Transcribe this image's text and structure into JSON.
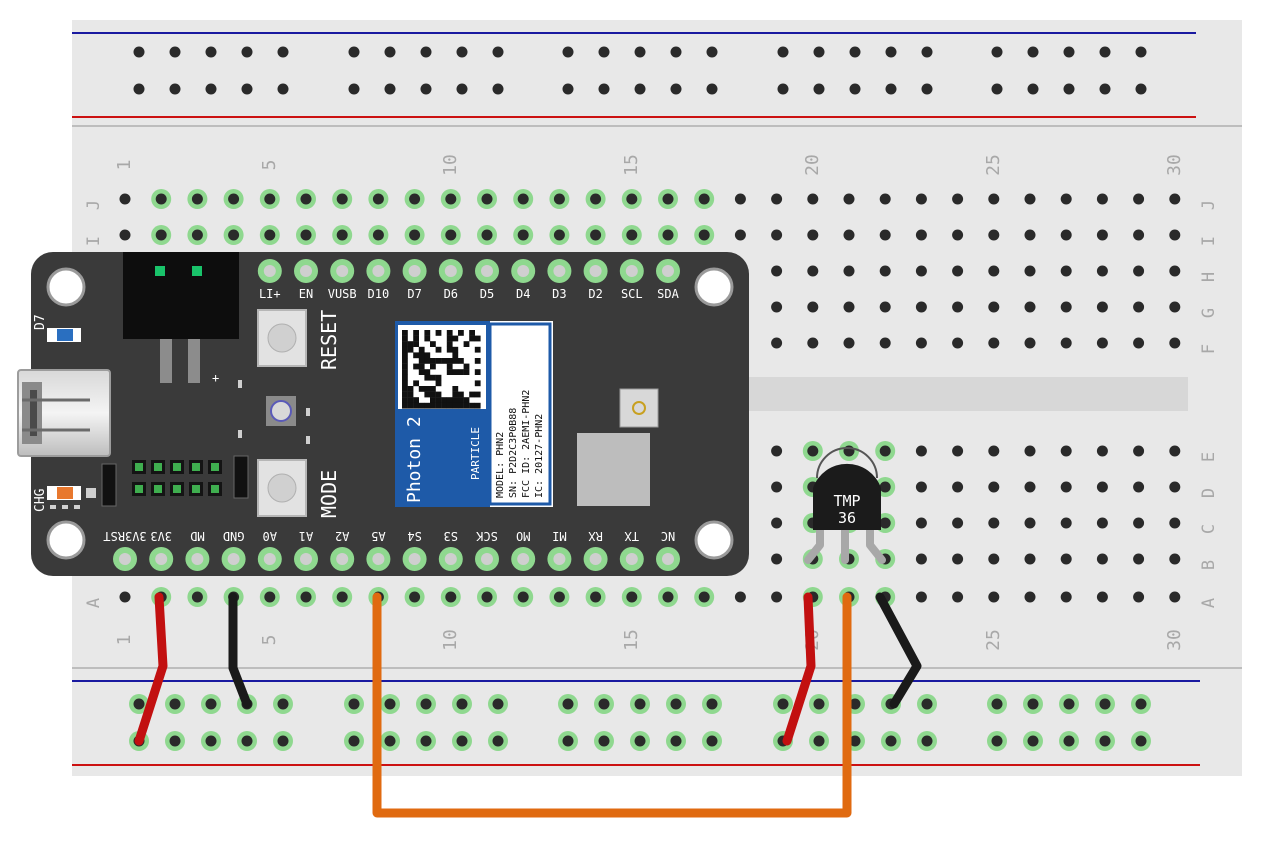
{
  "breadboard": {
    "row_letters_top": [
      "J",
      "I",
      "H",
      "G",
      "F"
    ],
    "row_letters_bottom": [
      "E",
      "D",
      "C",
      "B",
      "A"
    ],
    "column_numbers": [
      "1",
      "5",
      "10",
      "15",
      "20",
      "25",
      "30"
    ]
  },
  "photon": {
    "top_pins": [
      "LI+",
      "EN",
      "VUSB",
      "D10",
      "D7",
      "D6",
      "D5",
      "D4",
      "D3",
      "D2",
      "SCL",
      "SDA"
    ],
    "bottom_pins": [
      "3V3RST",
      "3V3",
      "MD",
      "GND",
      "A0",
      "A1",
      "A2",
      "A5",
      "S4",
      "S3",
      "SCK",
      "MO",
      "MI",
      "RX",
      "TX",
      "NC"
    ],
    "led_label": "D7",
    "charge_label": "CHG",
    "reset_label": "RESET",
    "mode_label": "MODE",
    "plus_label": "+",
    "module": {
      "name": "Photon 2",
      "brand": "PARTICLE",
      "model": "MODEL: PHN2",
      "serial": "SN: P2D2C3P0B88",
      "fcc": "FCC ID: 2AEMI-PHN2",
      "ic": "IC: 20127-PHN2"
    }
  },
  "sensor": {
    "line1": "TMP",
    "line2": "36"
  },
  "colors": {
    "board": "#3a3a3a",
    "breadboard": "#e8e8e8",
    "rail_blue": "#1a1aa0",
    "rail_red": "#cc1111",
    "wire_red": "#c21010",
    "wire_black": "#1a1a1a",
    "wire_orange": "#e06a10",
    "module_blue": "#1e5aa8",
    "hole_active": "#8fd88f"
  }
}
